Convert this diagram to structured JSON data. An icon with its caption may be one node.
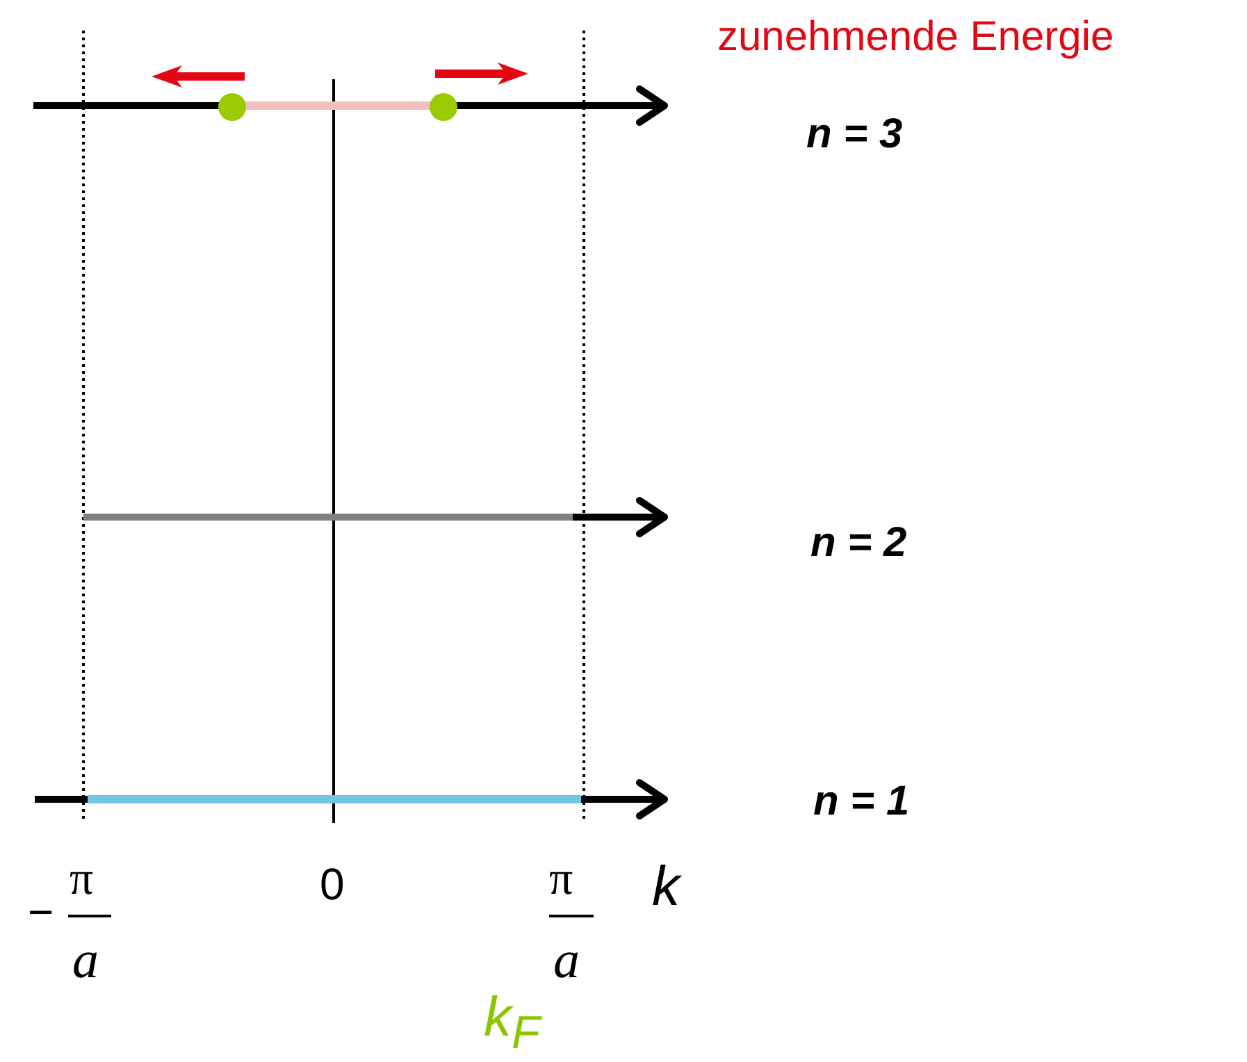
{
  "diagram": {
    "labels": [
      "zunehmende Energie",
      "n = 3",
      "n = 2",
      "n = 1",
      "−",
      "π",
      "a",
      "0",
      "π",
      "a",
      "k",
      "k$_{F}$"
    ]
  }
}
